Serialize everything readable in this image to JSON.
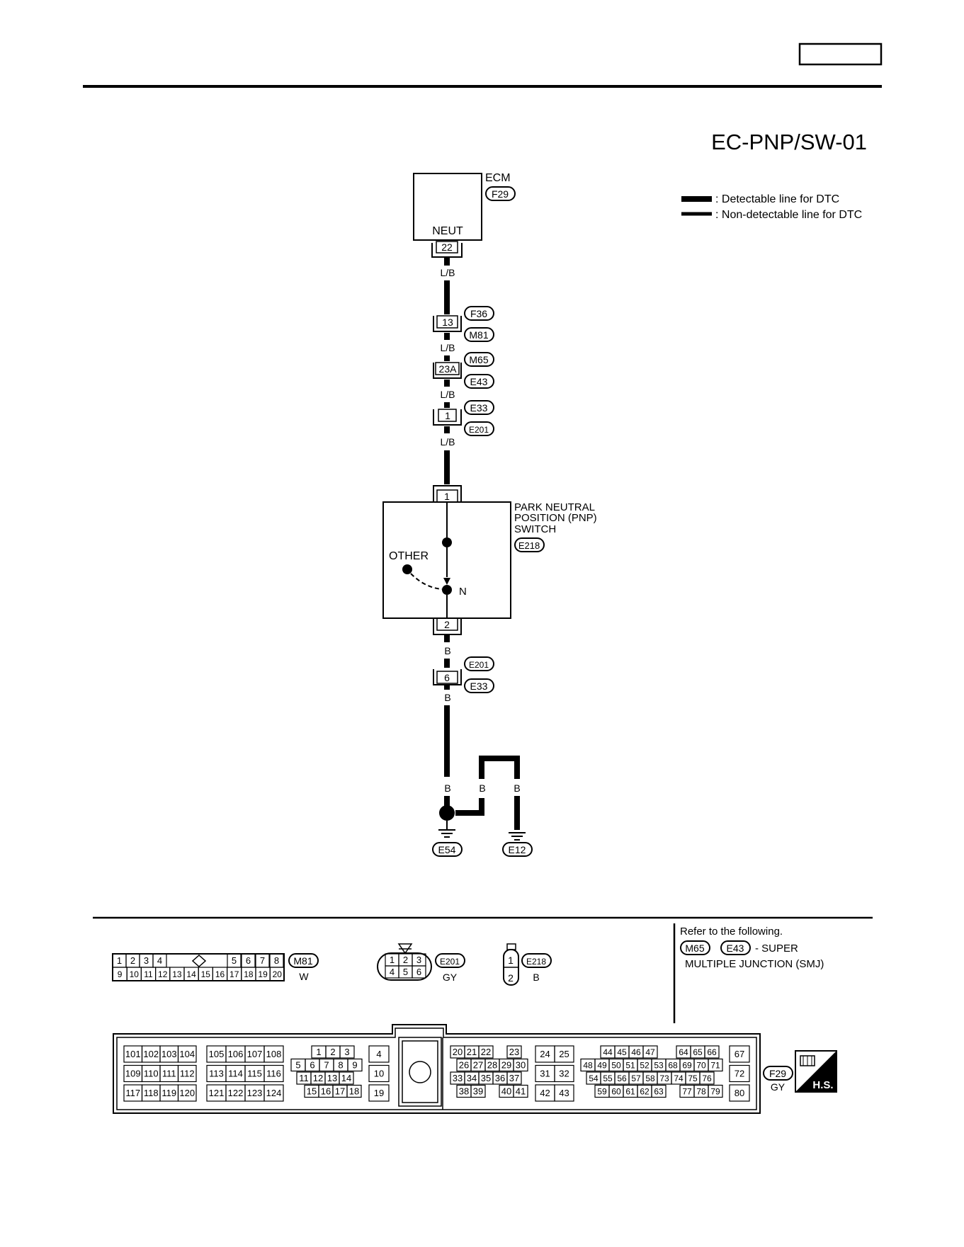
{
  "header": {
    "page_box": "",
    "diagram_code": "EC-PNP/SW-01"
  },
  "legend": {
    "detectable": ": Detectable line for DTC",
    "non_detectable": ": Non-detectable line for DTC"
  },
  "ecm": {
    "name": "ECM",
    "connector": "F29",
    "terminal_label": "NEUT",
    "terminal": "22"
  },
  "wire_color_lb": "L/B",
  "wire_color_b": "B",
  "junctions": [
    {
      "terminal": "13",
      "top": "F36",
      "bottom": "M81"
    },
    {
      "terminal": "23A",
      "top": "M65",
      "bottom": "E43"
    },
    {
      "terminal": "1",
      "top": "E33",
      "bottom": "E201"
    },
    {
      "terminal": "6",
      "top": "E201",
      "bottom": "E33"
    }
  ],
  "pnp_switch": {
    "line1": "PARK NEUTRAL",
    "line2": "POSITION (PNP)",
    "line3": "SWITCH",
    "connector": "E218",
    "terminal_top": "1",
    "terminal_bottom": "2",
    "other_label": "OTHER",
    "n_label": "N"
  },
  "grounds": [
    {
      "connector": "E54"
    },
    {
      "connector": "E12"
    }
  ],
  "connector_views": {
    "m81": {
      "code": "M81",
      "color": "W",
      "top_row": [
        "1",
        "2",
        "3",
        "4",
        "5",
        "6",
        "7",
        "8"
      ],
      "bottom_row": [
        "9",
        "10",
        "11",
        "12",
        "13",
        "14",
        "15",
        "16",
        "17",
        "18",
        "19",
        "20"
      ]
    },
    "e201": {
      "code": "E201",
      "color": "GY",
      "top_row": [
        "1",
        "2",
        "3"
      ],
      "bottom_row": [
        "4",
        "5",
        "6"
      ]
    },
    "e218": {
      "code": "E218",
      "color": "B",
      "pins": [
        "1",
        "2"
      ]
    },
    "refer": {
      "title": "Refer to the following.",
      "c1": "M65",
      "c2": "E43",
      "suffix": "- SUPER",
      "line2": "MULTIPLE JUNCTION (SMJ)"
    },
    "f29": {
      "code": "F29",
      "color": "GY",
      "badge": "H.S.",
      "block_a": [
        [
          "101",
          "102",
          "103",
          "104"
        ],
        [
          "109",
          "110",
          "111",
          "112"
        ],
        [
          "117",
          "118",
          "119",
          "120"
        ]
      ],
      "block_b": [
        [
          "105",
          "106",
          "107",
          "108"
        ],
        [
          "113",
          "114",
          "115",
          "116"
        ],
        [
          "121",
          "122",
          "123",
          "124"
        ]
      ],
      "block_c": [
        [
          "1",
          "2",
          "3"
        ],
        [
          "5",
          "6",
          "7",
          "8",
          "9"
        ],
        [
          "11",
          "12",
          "13",
          "14"
        ],
        [
          "15",
          "16",
          "17",
          "18"
        ]
      ],
      "block_d": [
        "4",
        "10",
        "19"
      ],
      "block_e": [
        [
          "20",
          "21",
          "22",
          "23"
        ],
        [
          "26",
          "27",
          "28",
          "29",
          "30"
        ],
        [
          "33",
          "34",
          "35",
          "36",
          "37"
        ],
        [
          "38",
          "39",
          "40",
          "41"
        ]
      ],
      "block_f": [
        [
          "24",
          "25"
        ],
        [
          "31",
          "32"
        ],
        [
          "42",
          "43"
        ]
      ],
      "block_g": [
        [
          "44",
          "45",
          "46",
          "47",
          "64",
          "65",
          "66"
        ],
        [
          "48",
          "49",
          "50",
          "51",
          "52",
          "53",
          "68",
          "69",
          "70",
          "71"
        ],
        [
          "54",
          "55",
          "56",
          "57",
          "58",
          "73",
          "74",
          "75",
          "76"
        ],
        [
          "59",
          "60",
          "61",
          "62",
          "63",
          "77",
          "78",
          "79"
        ]
      ],
      "block_h": [
        "67",
        "72",
        "80"
      ]
    }
  }
}
